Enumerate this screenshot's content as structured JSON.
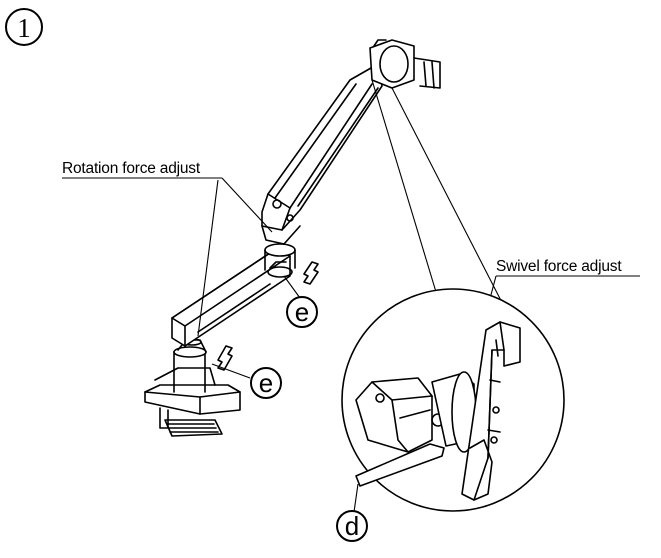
{
  "step_number": "1",
  "labels": {
    "rotation": "Rotation force adjust",
    "swivel": "Swivel force adjust"
  },
  "callouts": {
    "upper_e": "e",
    "lower_e": "e",
    "tool_d": "d"
  },
  "colors": {
    "ink": "#000000",
    "background": "#ffffff"
  }
}
